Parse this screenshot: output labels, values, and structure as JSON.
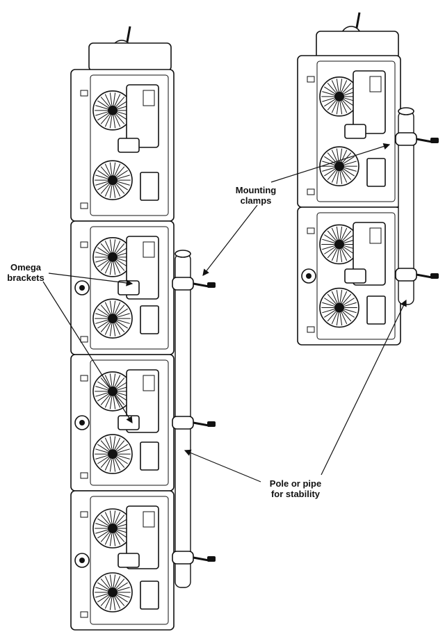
{
  "callouts": {
    "mounting_clamps": "Mounting\nclamps",
    "omega_brackets": "Omega\nbrackets",
    "pole_or_pipe": "Pole or pipe\nfor stability"
  },
  "assemblies": [
    {
      "name": "large-stack",
      "panels": 4
    },
    {
      "name": "small-stack",
      "panels": 2
    }
  ],
  "colors": {
    "line": "#111111",
    "panel": "#ffffff",
    "pole": "#ffffff",
    "shade": "#d9d9d9"
  }
}
